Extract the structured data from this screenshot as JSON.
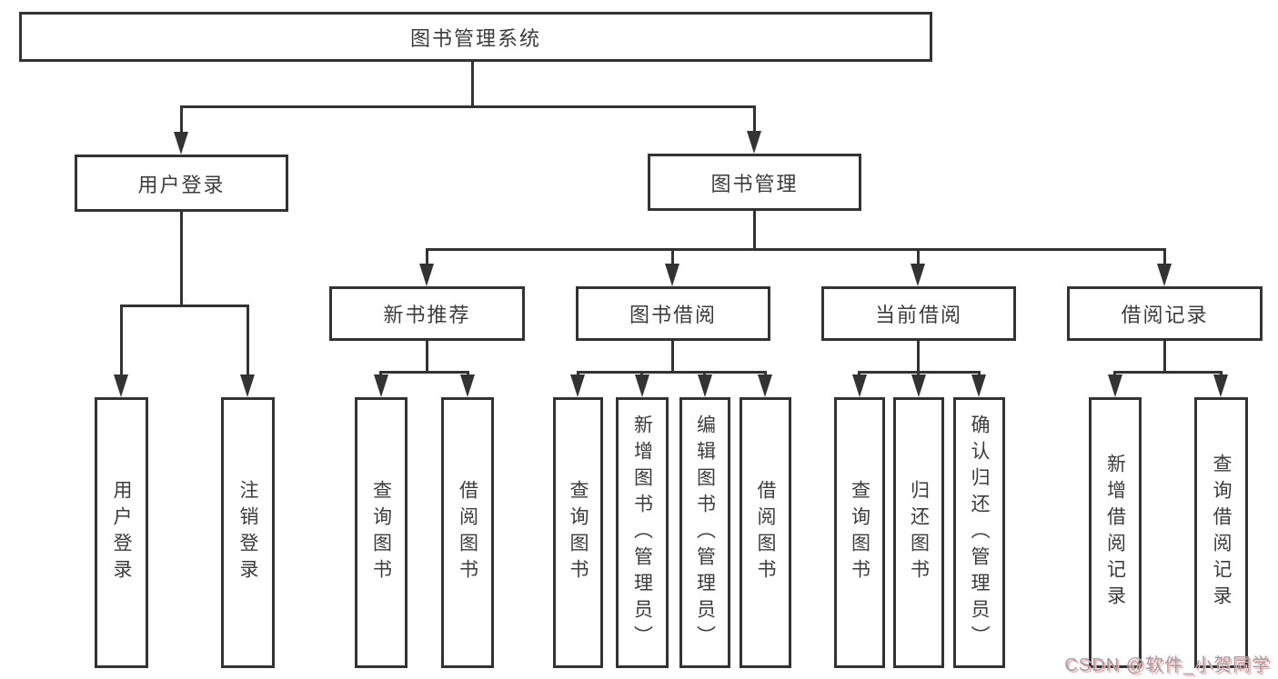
{
  "diagram": {
    "root": {
      "label": "图书管理系统"
    },
    "level2": [
      {
        "label": "用户登录"
      },
      {
        "label": "图书管理"
      }
    ],
    "level3": [
      {
        "label": "新书推荐"
      },
      {
        "label": "图书借阅"
      },
      {
        "label": "当前借阅"
      },
      {
        "label": "借阅记录"
      }
    ],
    "leaves": {
      "user_login": [
        "用户登录",
        "注销登录"
      ],
      "new_book": [
        "查询图书",
        "借阅图书"
      ],
      "book_borrow": [
        "查询图书",
        "新增图书（管理员）",
        "编辑图书（管理员）",
        "借阅图书"
      ],
      "current_borrow": [
        "查询图书",
        "归还图书",
        "确认归还（管理员）"
      ],
      "borrow_record": [
        "新增借阅记录",
        "查询借阅记录"
      ]
    }
  },
  "watermark": {
    "text": "CSDN @软件_小贺同学"
  },
  "colors": {
    "line": "#333333",
    "text": "#3c3c3c",
    "watermark": "#9ca1a7",
    "watermark_shadow": "#ffaaa6"
  }
}
